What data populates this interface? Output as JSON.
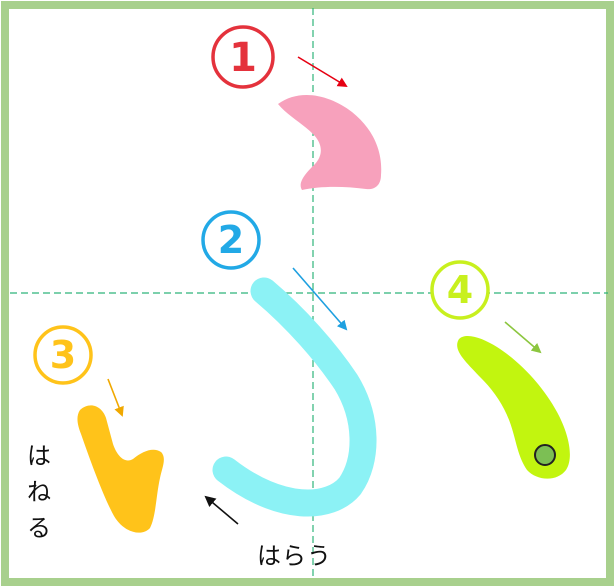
{
  "labels": {
    "hane_chars": [
      "は",
      "ね",
      "る"
    ],
    "harau": "はらう"
  },
  "stroke_numbers": [
    "1",
    "2",
    "3",
    "4"
  ],
  "colors": {
    "frame": "#a8d08d",
    "guide": "#2fb37a",
    "stroke1": "#f7a1bc",
    "stroke1_number": "#e4323c",
    "stroke1_arrow": "#e60012",
    "stroke2": "#8cf2f5",
    "stroke2_number": "#22a9e6",
    "stroke2_arrow": "#1ea0e0",
    "stroke3": "#ffc31a",
    "stroke3_number": "#ffc31a",
    "stroke3_arrow": "#f0a800",
    "stroke4": "#c2f50f",
    "stroke4_number": "#c8f01e",
    "stroke4_arrow": "#8cc63f",
    "end_dot": "#7cbf54",
    "harau_arrow": "#111111"
  }
}
